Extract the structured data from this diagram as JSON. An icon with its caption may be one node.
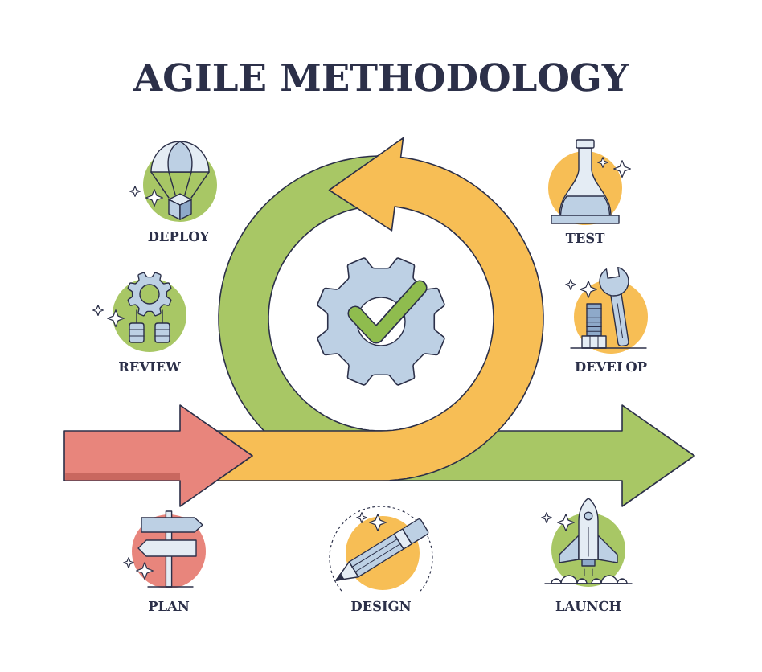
{
  "diagram": {
    "title": "AGILE METHODOLOGY",
    "nodes": [
      {
        "text": [
          "DEPLOY"
        ]
      },
      {
        "text": [
          "TEST"
        ]
      },
      {
        "text": [
          "REVIEW"
        ]
      },
      {
        "text": [
          "DEVELOP"
        ]
      },
      {
        "text": [
          "PLAN"
        ]
      },
      {
        "text": [
          "DESIGN"
        ]
      },
      {
        "text": [
          "LAUNCH"
        ]
      }
    ]
  }
}
